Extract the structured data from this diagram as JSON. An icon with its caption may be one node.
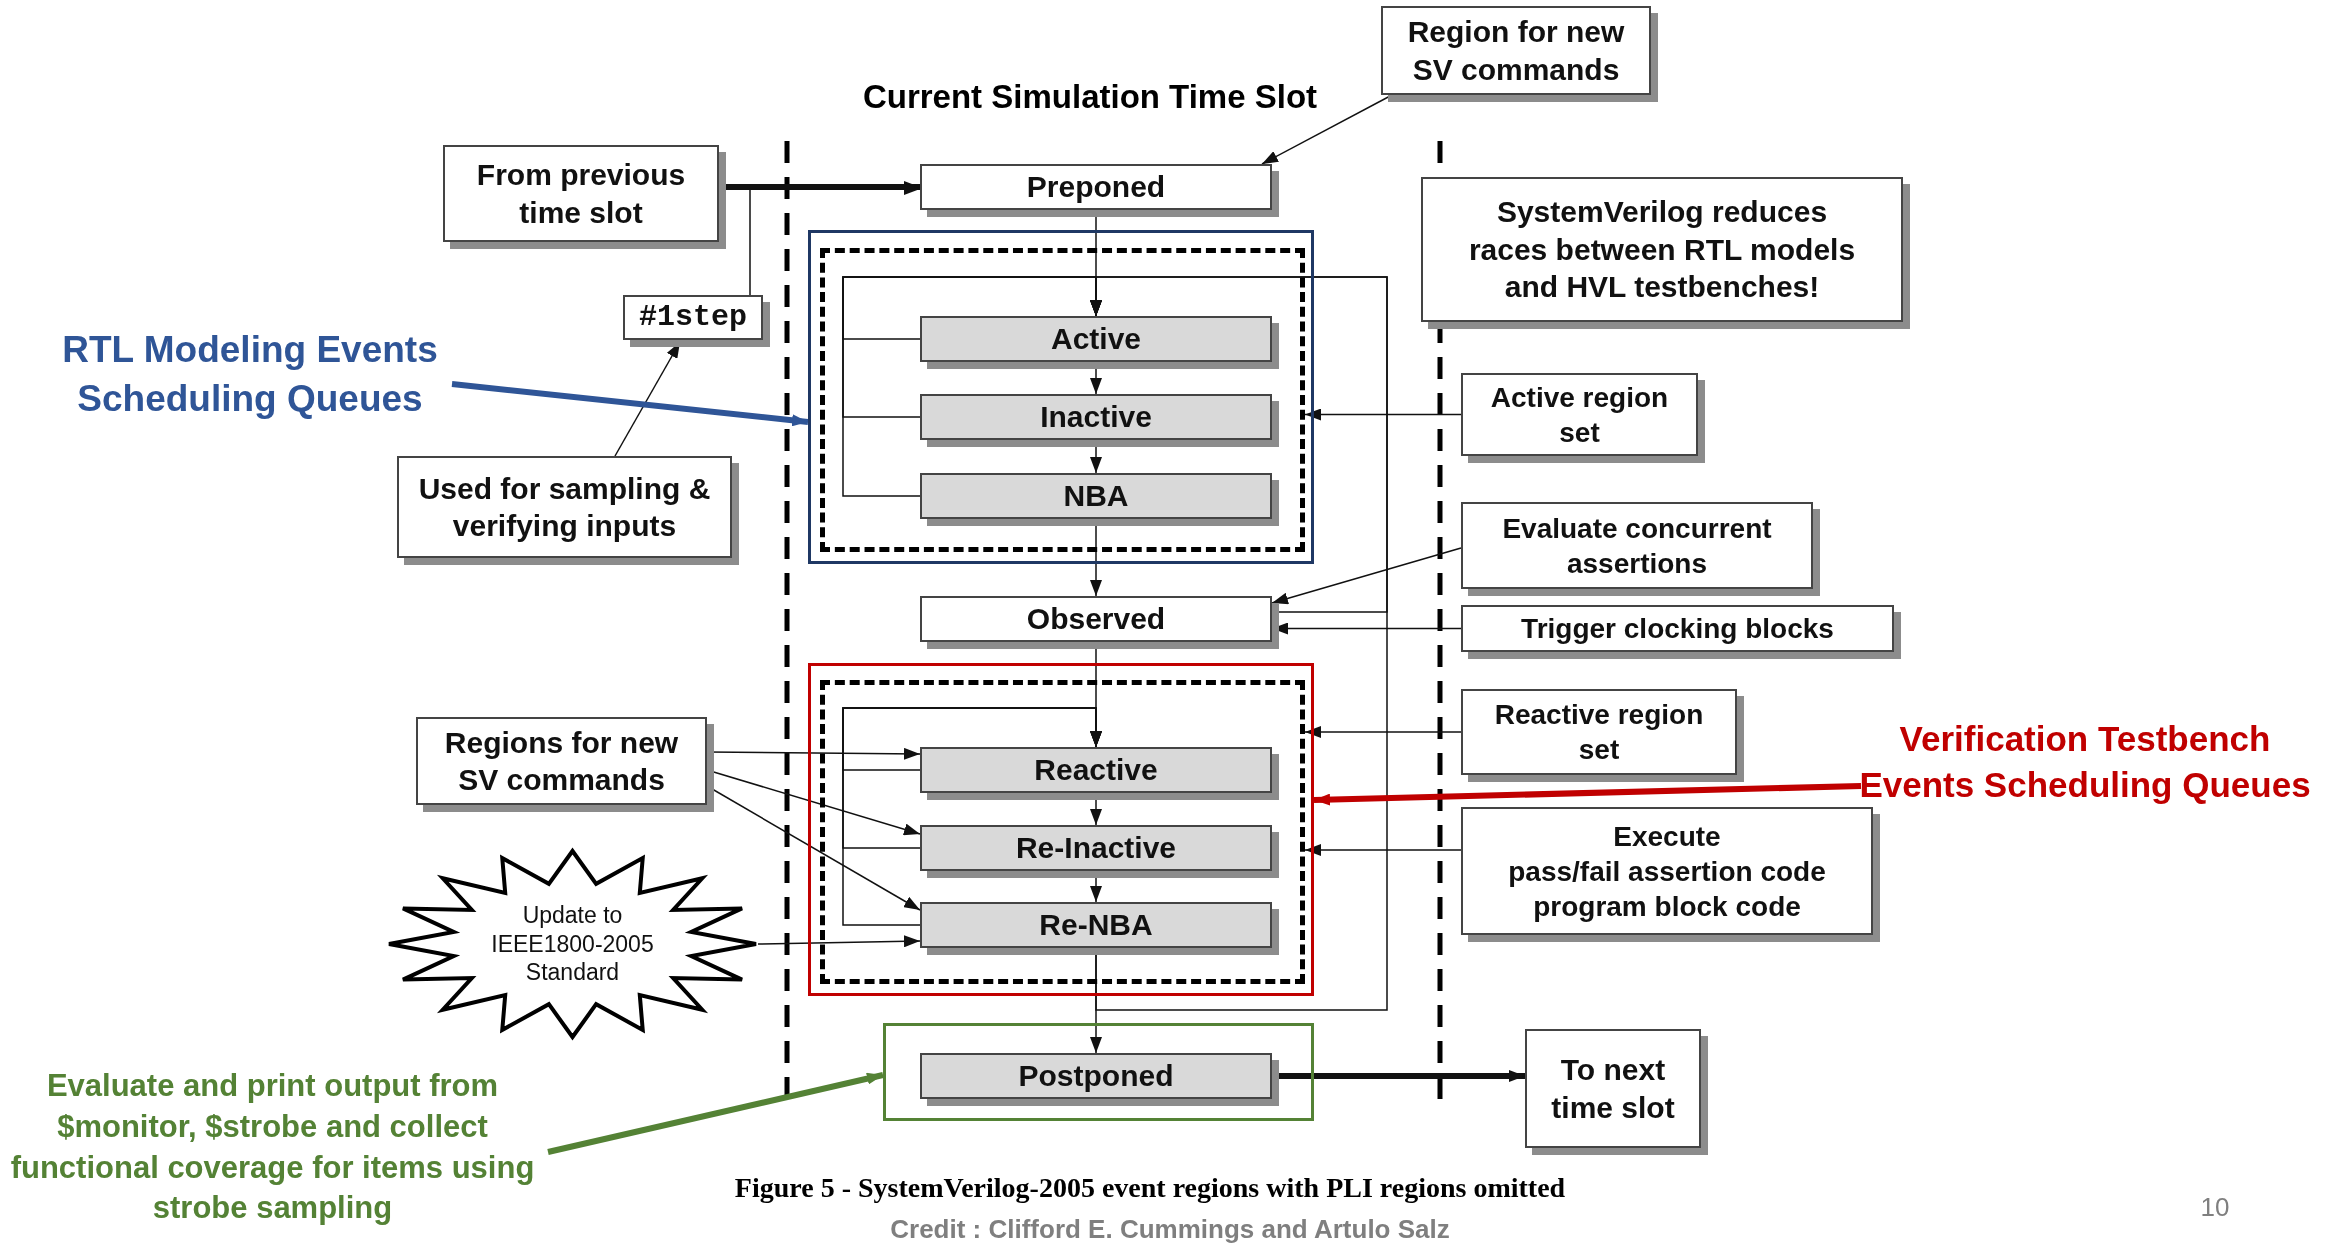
{
  "diagram": {
    "title": "Current Simulation Time Slot",
    "caption": "Figure 5 - SystemVerilog-2005 event regions with PLI regions omitted",
    "nodes": [
      {
        "text": [
          "Region for new SV commands"
        ]
      },
      {
        "text": [
          "From previous time slot"
        ]
      },
      {
        "text": [
          "Preponed"
        ]
      },
      {
        "text": [],
        "shape": "box"
      },
      {
        "text": [],
        "shape": "box",
        "in": 3
      },
      {
        "text": [
          "Active"
        ],
        "in": 4
      },
      {
        "text": [
          "Inactive"
        ],
        "in": 4
      },
      {
        "text": [
          "NBA"
        ],
        "in": 4
      },
      {
        "text": [
          "Observed"
        ]
      },
      {
        "text": [],
        "shape": "box"
      },
      {
        "text": [],
        "shape": "box",
        "in": 9
      },
      {
        "text": [
          "Reactive"
        ],
        "in": 10
      },
      {
        "text": [
          "Re-Inactive"
        ],
        "in": 10
      },
      {
        "text": [
          "Re-NBA"
        ],
        "in": 10
      },
      {
        "text": [],
        "shape": "box"
      },
      {
        "text": [
          "Postponed"
        ],
        "in": 14
      },
      {
        "text": [
          "To next time slot"
        ]
      },
      {
        "text": [
          "#1step"
        ]
      },
      {
        "text": [
          "Used for sampling & verifying inputs"
        ]
      },
      {
        "text": [
          "SystemVerilog reduces races between RTL models and HVL testbenches!"
        ]
      },
      {
        "text": [
          "Active region set"
        ]
      },
      {
        "text": [
          "Evaluate concurrent assertions"
        ]
      },
      {
        "text": [
          "Trigger clocking blocks"
        ]
      },
      {
        "text": [
          "Reactive region set"
        ]
      },
      {
        "text": [
          "Execute",
          "pass/fail assertion code program block code"
        ]
      },
      {
        "text": [
          "Regions for new SV commands"
        ]
      },
      {
        "text": [
          "Update to IEEE1800-2005 Standard"
        ]
      },
      {
        "text": [
          "RTL Modeling Events Scheduling Queues"
        ]
      },
      {
        "text": [
          "Verification Testbench Events Scheduling Queues"
        ]
      },
      {
        "text": [
          "Evaluate and print output from $monitor, $strobe and collect functional coverage for items using strobe sampling"
        ]
      }
    ],
    "edges": [
      {
        "from": 0,
        "to": 2,
        "arrow": "to"
      },
      {
        "from": 1,
        "to": 2,
        "arrow": "to",
        "style": "thick"
      },
      {
        "from": 17,
        "to": 2,
        "arrow": "to"
      },
      {
        "from": 18,
        "to": 17,
        "arrow": "to"
      },
      {
        "from": 2,
        "to": 5,
        "arrow": "to"
      },
      {
        "from": 5,
        "to": 6,
        "arrow": "to"
      },
      {
        "from": 6,
        "to": 7,
        "arrow": "to"
      },
      {
        "from": 5,
        "to": 5,
        "arrow": "to"
      },
      {
        "from": 6,
        "to": 5,
        "arrow": "to"
      },
      {
        "from": 7,
        "to": 5,
        "arrow": "to"
      },
      {
        "from": 7,
        "to": 8,
        "arrow": "to"
      },
      {
        "from": 21,
        "to": 8,
        "arrow": "to"
      },
      {
        "from": 8,
        "to": 5,
        "arrow": "to"
      },
      {
        "from": 22,
        "to": 8,
        "arrow": "to"
      },
      {
        "from": 20,
        "to": 4,
        "arrow": "to"
      },
      {
        "from": 8,
        "to": 11,
        "arrow": "to"
      },
      {
        "from": 11,
        "to": 12,
        "arrow": "to"
      },
      {
        "from": 12,
        "to": 13,
        "arrow": "to"
      },
      {
        "from": 11,
        "to": 11,
        "arrow": "to"
      },
      {
        "from": 12,
        "to": 11,
        "arrow": "to"
      },
      {
        "from": 13,
        "to": 11,
        "arrow": "to"
      },
      {
        "from": 23,
        "to": 10,
        "arrow": "to"
      },
      {
        "from": 24,
        "to": 10,
        "arrow": "to"
      },
      {
        "from": 25,
        "to": 11,
        "arrow": "to"
      },
      {
        "from": 25,
        "to": 12,
        "arrow": "to"
      },
      {
        "from": 25,
        "to": 13,
        "arrow": "to"
      },
      {
        "from": 26,
        "to": 13,
        "arrow": "to"
      },
      {
        "from": 13,
        "to": 5,
        "arrow": "to"
      },
      {
        "from": 13,
        "to": 15,
        "arrow": "to"
      },
      {
        "from": 15,
        "to": 16,
        "arrow": "to",
        "style": "thick"
      },
      {
        "from": 27,
        "to": 3,
        "arrow": "to",
        "style": "thick",
        "color": "#2f5597"
      },
      {
        "from": 28,
        "to": 9,
        "arrow": "to",
        "style": "thick",
        "color": "#c00000"
      },
      {
        "from": 29,
        "to": 14,
        "arrow": "to",
        "style": "thick",
        "color": "#548235"
      }
    ],
    "labels": [
      "Credit : Clifford E. Cummings and Artulo Salz",
      "10"
    ]
  }
}
